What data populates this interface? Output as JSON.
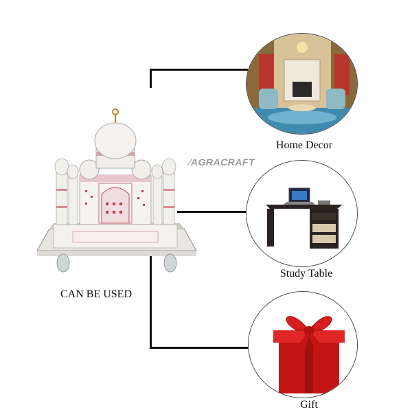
{
  "watermark": "AGRACRAFT",
  "caption": "CAN BE USED",
  "uses": [
    {
      "label": "Home Decor"
    },
    {
      "label": "Study Table"
    },
    {
      "label": "Gift"
    }
  ],
  "colors": {
    "connector": "#111111",
    "gift_red": "#d11a1a",
    "desk": "#2b2321",
    "marble": "#f3f1ee"
  }
}
